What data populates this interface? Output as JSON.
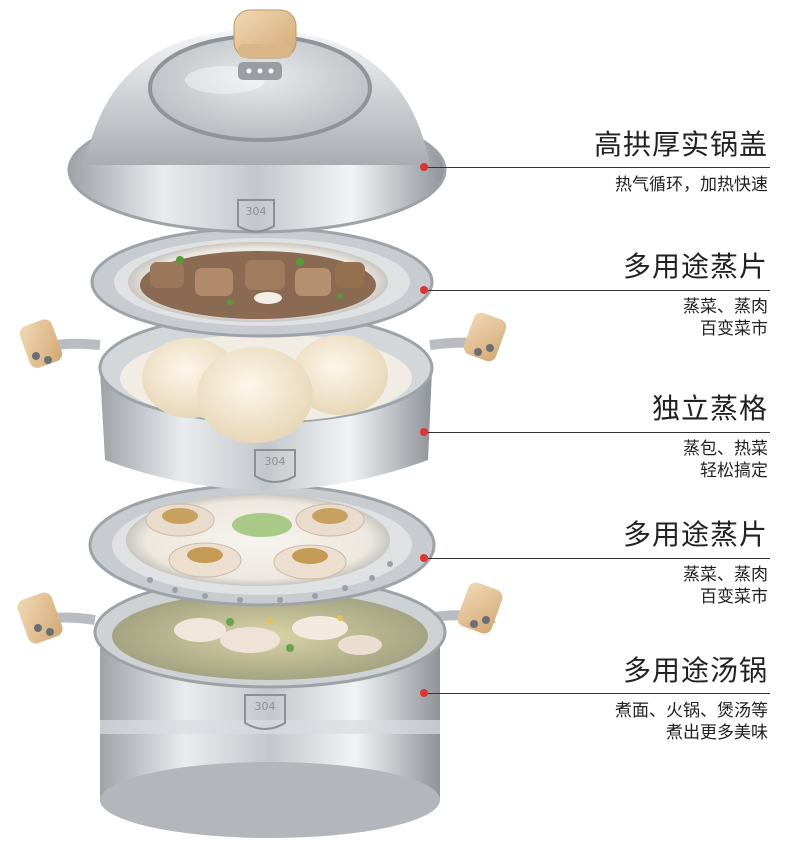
{
  "colors": {
    "accent_dot": "#dd3333",
    "text": "#222222",
    "steel": "#c9ccd0"
  },
  "callouts": [
    {
      "title": "高拱厚实锅盖",
      "lines": [
        "热气循环，加热快速"
      ]
    },
    {
      "title": "多用途蒸片",
      "lines": [
        "蒸菜、蒸肉",
        "百变菜市"
      ]
    },
    {
      "title": "独立蒸格",
      "lines": [
        "蒸包、热菜",
        "轻松搞定"
      ]
    },
    {
      "title": "多用途蒸片",
      "lines": [
        "蒸菜、蒸肉",
        "百变菜市"
      ]
    },
    {
      "title": "多用途汤锅",
      "lines": [
        "煮面、火锅、煲汤等",
        "煮出更多美味"
      ]
    }
  ],
  "product_marks": {
    "steel_grade": "304"
  }
}
